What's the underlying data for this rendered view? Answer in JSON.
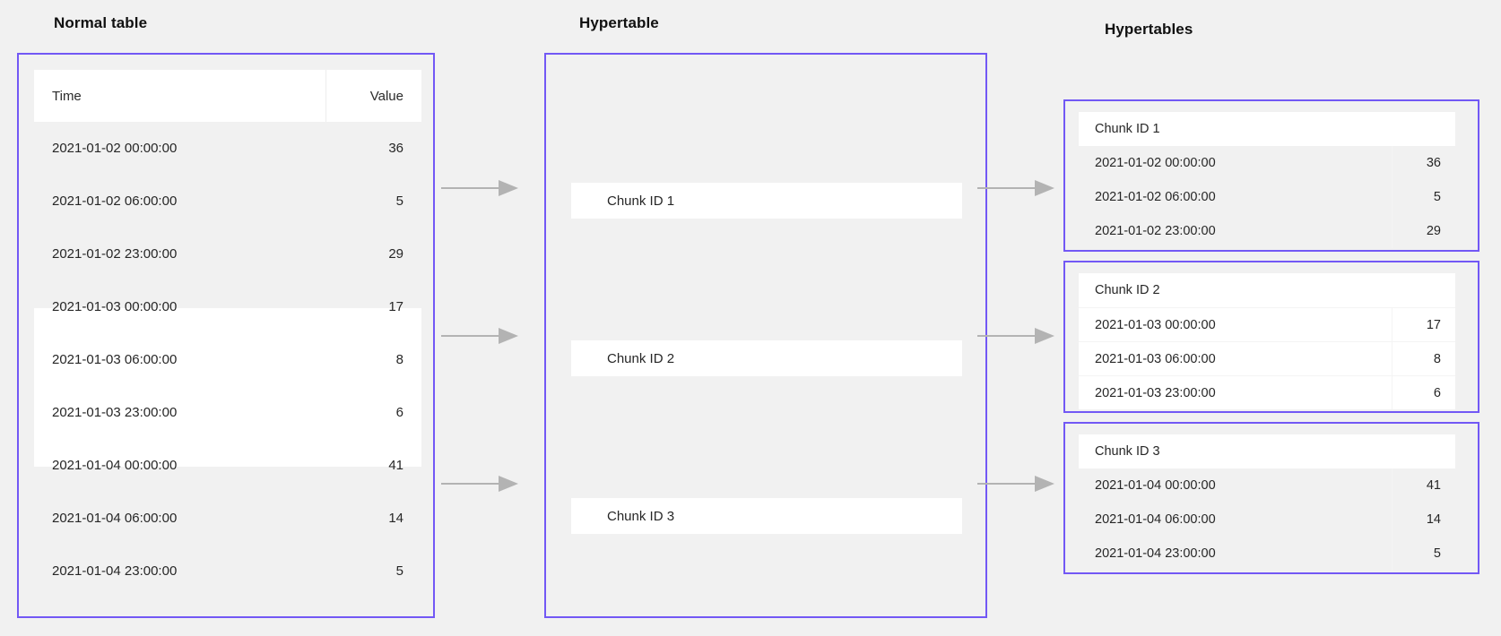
{
  "page": {
    "background_color": "#f1f1f1",
    "accent_color": "#7258f5",
    "arrow_color": "#b3b3b3"
  },
  "sections": {
    "normal": {
      "title": "Normal table"
    },
    "hypertable": {
      "title": "Hypertable"
    },
    "hypertables": {
      "title": "Hypertables"
    }
  },
  "normal_table": {
    "columns": {
      "time": "Time",
      "value": "Value"
    },
    "rows": [
      {
        "time": "2021-01-02 00:00:00",
        "value": "36"
      },
      {
        "time": "2021-01-02 06:00:00",
        "value": "5"
      },
      {
        "time": "2021-01-02 23:00:00",
        "value": "29"
      },
      {
        "time": "2021-01-03 00:00:00",
        "value": "17"
      },
      {
        "time": "2021-01-03 06:00:00",
        "value": "8"
      },
      {
        "time": "2021-01-03 23:00:00",
        "value": "6"
      },
      {
        "time": "2021-01-04 00:00:00",
        "value": "41"
      },
      {
        "time": "2021-01-04 06:00:00",
        "value": "14"
      },
      {
        "time": "2021-01-04 23:00:00",
        "value": "5"
      }
    ]
  },
  "hypertable": {
    "chunks": [
      {
        "label": "Chunk ID 1"
      },
      {
        "label": "Chunk ID 2"
      },
      {
        "label": "Chunk ID 3"
      }
    ]
  },
  "hypertables": {
    "chunks": [
      {
        "label": "Chunk ID 1",
        "rows": [
          {
            "time": "2021-01-02 00:00:00",
            "value": "36"
          },
          {
            "time": "2021-01-02 06:00:00",
            "value": "5"
          },
          {
            "time": "2021-01-02 23:00:00",
            "value": "29"
          }
        ]
      },
      {
        "label": "Chunk ID 2",
        "rows": [
          {
            "time": "2021-01-03 00:00:00",
            "value": "17"
          },
          {
            "time": "2021-01-03 06:00:00",
            "value": "8"
          },
          {
            "time": "2021-01-03 23:00:00",
            "value": "6"
          }
        ]
      },
      {
        "label": "Chunk ID 3",
        "rows": [
          {
            "time": "2021-01-04 00:00:00",
            "value": "41"
          },
          {
            "time": "2021-01-04 06:00:00",
            "value": "14"
          },
          {
            "time": "2021-01-04 23:00:00",
            "value": "5"
          }
        ]
      }
    ]
  }
}
